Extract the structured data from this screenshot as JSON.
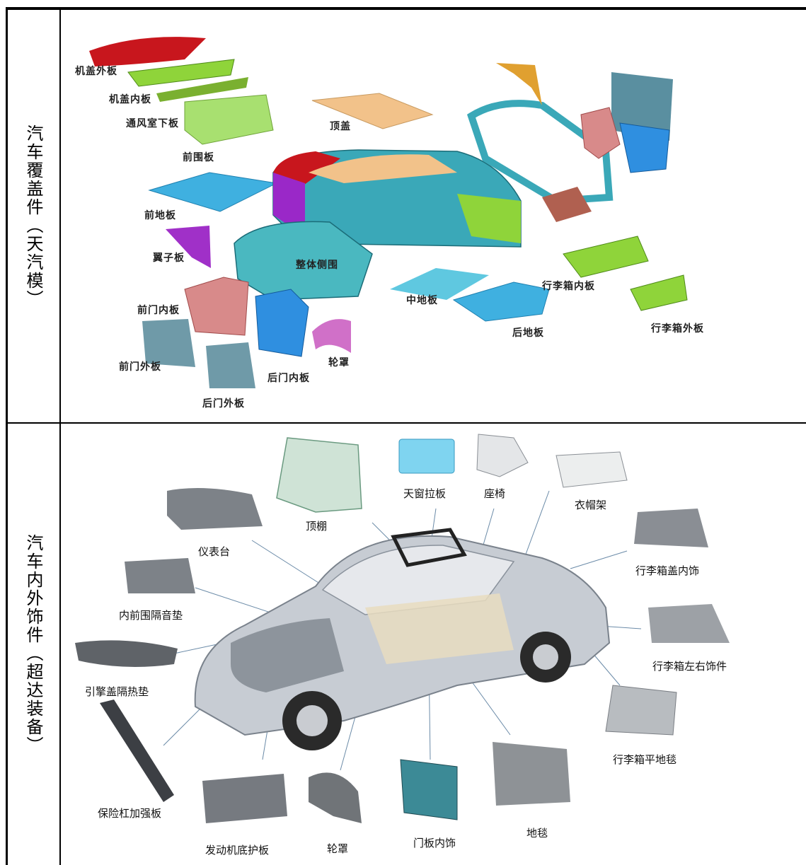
{
  "sections": [
    {
      "title": "汽车覆盖件（天汽模）"
    },
    {
      "title": "汽车内外饰件（超达装备）"
    }
  ],
  "top_labels": {
    "hood_outer": "机盖外板",
    "hood_inner": "机盖内板",
    "cowl_lower": "通风室下板",
    "dash_panel": "前围板",
    "roof": "顶盖",
    "front_floor": "前地板",
    "fender": "翼子板",
    "body_side": "整体侧围",
    "front_door_inner": "前门内板",
    "front_door_outer": "前门外板",
    "rear_door_inner": "后门内板",
    "rear_door_outer": "后门外板",
    "wheelhouse": "轮罩",
    "mid_floor": "中地板",
    "rear_floor": "后地板",
    "trunk_inner": "行李箱内板",
    "trunk_outer": "行李箱外板"
  },
  "bottom_labels": {
    "headliner": "顶棚",
    "sunshade": "天窗拉板",
    "seat": "座椅",
    "parcel_shelf": "衣帽架",
    "instrument_panel": "仪表台",
    "trunk_lid_trim": "行李箱盖内饰",
    "dash_insulator": "内前围隔音垫",
    "trunk_side_trim": "行李箱左右饰件",
    "hood_insulator": "引擎盖隔热垫",
    "trunk_floor_carpet": "行李箱平地毯",
    "bumper_beam": "保险杠加强板",
    "engine_shield": "发动机底护板",
    "wheel_liner": "轮罩",
    "door_trim": "门板内饰",
    "carpet": "地毯"
  },
  "colors": {
    "red_part": "#c8161d",
    "green_part": "#8fd43a",
    "teal_part": "#3aa8b8",
    "blue_part": "#2f8fe0",
    "orange_part": "#e8b070",
    "purple_part": "#9a28c8",
    "pink_part": "#c86a6a",
    "gray_part": "#8c8c8c"
  }
}
